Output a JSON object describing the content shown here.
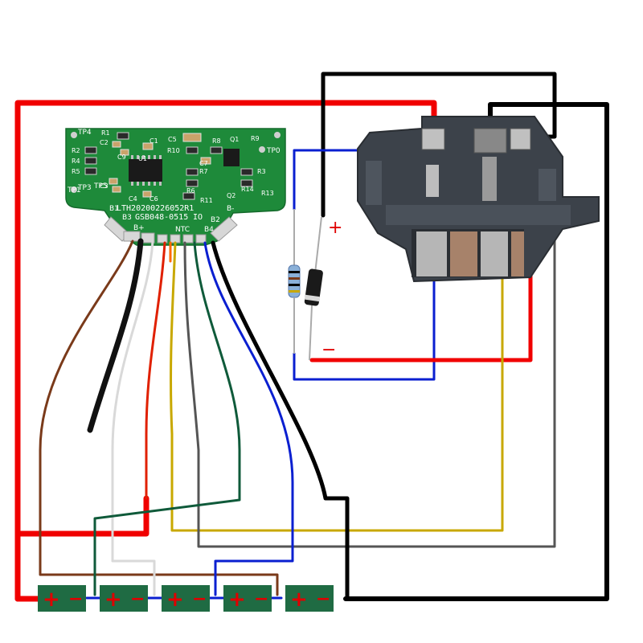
{
  "pcb": {
    "tp_labels": [
      "TP4",
      "TP3",
      "TP5",
      "TP1",
      "TP0"
    ],
    "resistor_labels": [
      "R1",
      "R2",
      "R4",
      "R5",
      "R10",
      "R8",
      "R9",
      "R3",
      "R7",
      "R6",
      "R11",
      "R14",
      "R13"
    ],
    "capacitor_labels": [
      "C1",
      "C2",
      "C3",
      "C4",
      "C5",
      "C6",
      "C7",
      "C9"
    ],
    "other_labels": [
      "U1",
      "Q1",
      "Q2"
    ],
    "board_id_line1": "LTH20200226052R1",
    "board_id_line2": "GSB048-0515",
    "board_id_suffix": "IO",
    "pad_labels": [
      "B1",
      "B+",
      "B3",
      "NTC",
      "B4",
      "B2",
      "B-"
    ],
    "pcb_color": "#1e8a3a"
  },
  "diode": {
    "plus_sign": "+",
    "minus_sign": "−"
  },
  "cells": {
    "count": 5,
    "plus_sign": "+",
    "minus_sign": "−",
    "color": "#1f6b43"
  },
  "colors": {
    "red_wire": "#f00000",
    "black_wire": "#000000",
    "blue_wire": "#0a1fd0",
    "yellow_wire": "#c8a800",
    "dark_green_wire": "#0f5a3a",
    "gray_wire": "#555555",
    "brown_wire": "#7a3a1a",
    "white_wire": "#d9d9d9",
    "connector_body": "#3c424a"
  }
}
